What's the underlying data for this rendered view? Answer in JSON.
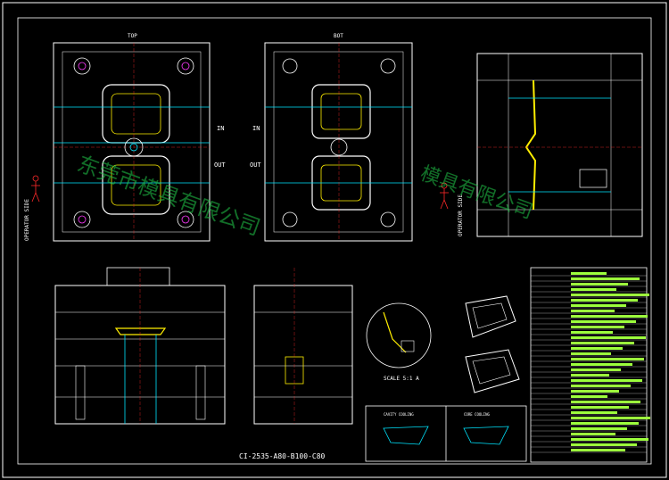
{
  "labels": {
    "top_view_title": "TOP",
    "bottom_view_title": "BOT",
    "in_label_1": "IN",
    "out_label_1": "OUT",
    "in_label_2": "IN",
    "out_label_2": "OUT",
    "operator_side_1": "OPERATOR SIDE",
    "operator_side_2": "OPERATOR SIDE",
    "mold_code": "CI-2535-A80-B100-C80",
    "scale_note": "SCALE 5:1 A",
    "cavity_cooling": "CAVITY COOLING",
    "core_cooling": "CORE COOLING"
  },
  "watermark": {
    "text_1": "东莞市模具有限公司",
    "text_2": "模具有限公司",
    "color": "#22c84a"
  },
  "colors": {
    "background": "#000000",
    "frame": "#ffffff",
    "cyan": "#00e5ff",
    "green": "#3cff3c",
    "red": "#ff2a2a",
    "magenta": "#ff3cff",
    "yellow": "#ffee00",
    "bom_fill": "#9cff3c"
  },
  "icons": [
    "operator-figure-icon",
    "operator-figure-icon"
  ]
}
